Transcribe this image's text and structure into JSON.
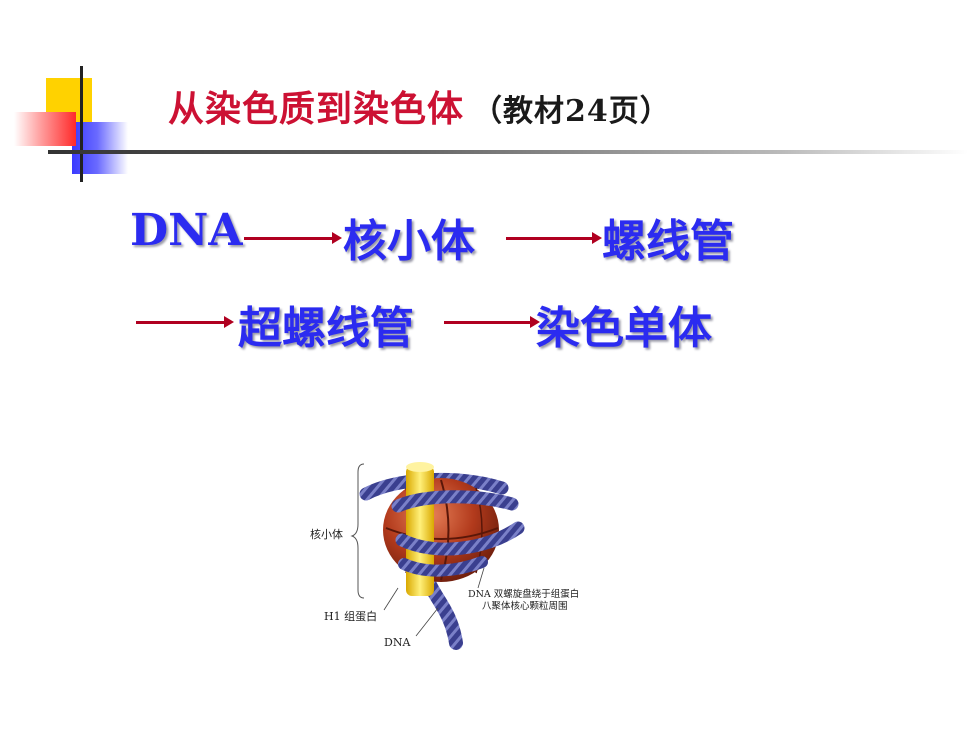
{
  "title": {
    "main": "从染色质到染色体",
    "reference": "（教材24页）"
  },
  "flow": {
    "dna": "DNA",
    "nucleosome": "核小体",
    "solenoid": "螺线管",
    "supersolenoid": "超螺线管",
    "chromatid": "染色单体"
  },
  "figure": {
    "label_nucleosome": "核小体",
    "label_h1": "H1 组蛋白",
    "label_dna": "DNA",
    "label_wrap_line1": "DNA 双螺旋盘绕于组蛋白",
    "label_wrap_line2": "八聚体核心颗粒周围"
  },
  "colors": {
    "title_red": "#cc1133",
    "flow_blue": "#2b2bf0",
    "arrow_red": "#b00020",
    "histone_red": "#b23a1c",
    "dna_blue": "#3a3f8f",
    "h1_yellow": "#f6d22a"
  }
}
